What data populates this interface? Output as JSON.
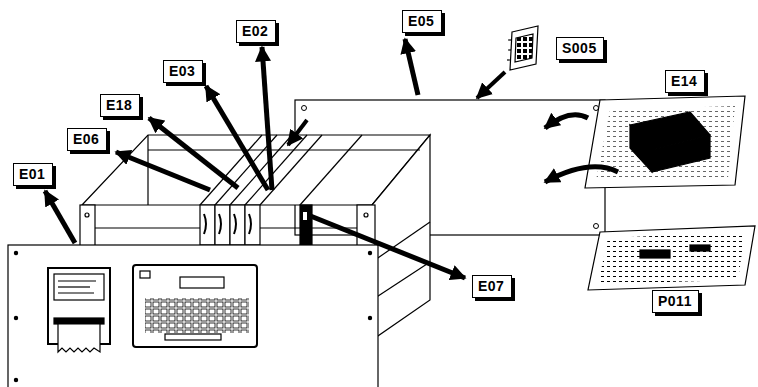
{
  "diagram": {
    "nodes": [
      {
        "text": [
          "E05"
        ]
      },
      {
        "text": [
          "E02"
        ]
      },
      {
        "text": [
          "S005"
        ]
      },
      {
        "text": [
          "E03"
        ]
      },
      {
        "text": [
          "E14"
        ]
      },
      {
        "text": [
          "E18"
        ]
      },
      {
        "text": [
          "E06"
        ]
      },
      {
        "text": [
          "E01"
        ]
      },
      {
        "text": [
          "E07"
        ]
      },
      {
        "text": [
          "P011"
        ]
      }
    ]
  }
}
